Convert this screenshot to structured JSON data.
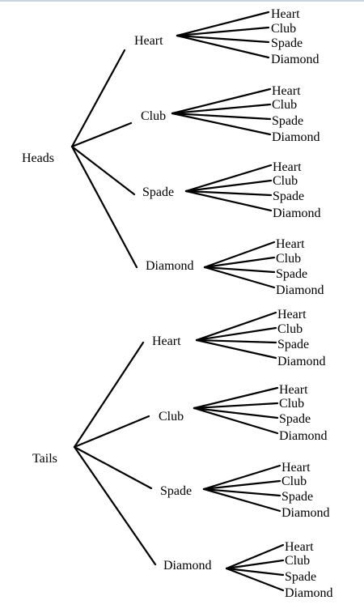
{
  "tree": {
    "root_labels": [
      "Heads",
      "Tails"
    ],
    "branches": [
      {
        "label": "Heads",
        "children": [
          {
            "label": "Heart",
            "leaves": [
              "Heart",
              "Club",
              "Spade",
              "Diamond"
            ]
          },
          {
            "label": "Club",
            "leaves": [
              "Heart",
              "Club",
              "Spade",
              "Diamond"
            ]
          },
          {
            "label": "Spade",
            "leaves": [
              "Heart",
              "Club",
              "Spade",
              "Diamond"
            ]
          },
          {
            "label": "Diamond",
            "leaves": [
              "Heart",
              "Club",
              "Spade",
              "Diamond"
            ]
          }
        ]
      },
      {
        "label": "Tails",
        "children": [
          {
            "label": "Heart",
            "leaves": [
              "Heart",
              "Club",
              "Spade",
              "Diamond"
            ]
          },
          {
            "label": "Club",
            "leaves": [
              "Heart",
              "Club",
              "Spade",
              "Diamond"
            ]
          },
          {
            "label": "Spade",
            "leaves": [
              "Heart",
              "Club",
              "Spade",
              "Diamond"
            ]
          },
          {
            "label": "Diamond",
            "leaves": [
              "Heart",
              "Club",
              "Spade",
              "Diamond"
            ]
          }
        ]
      }
    ]
  }
}
